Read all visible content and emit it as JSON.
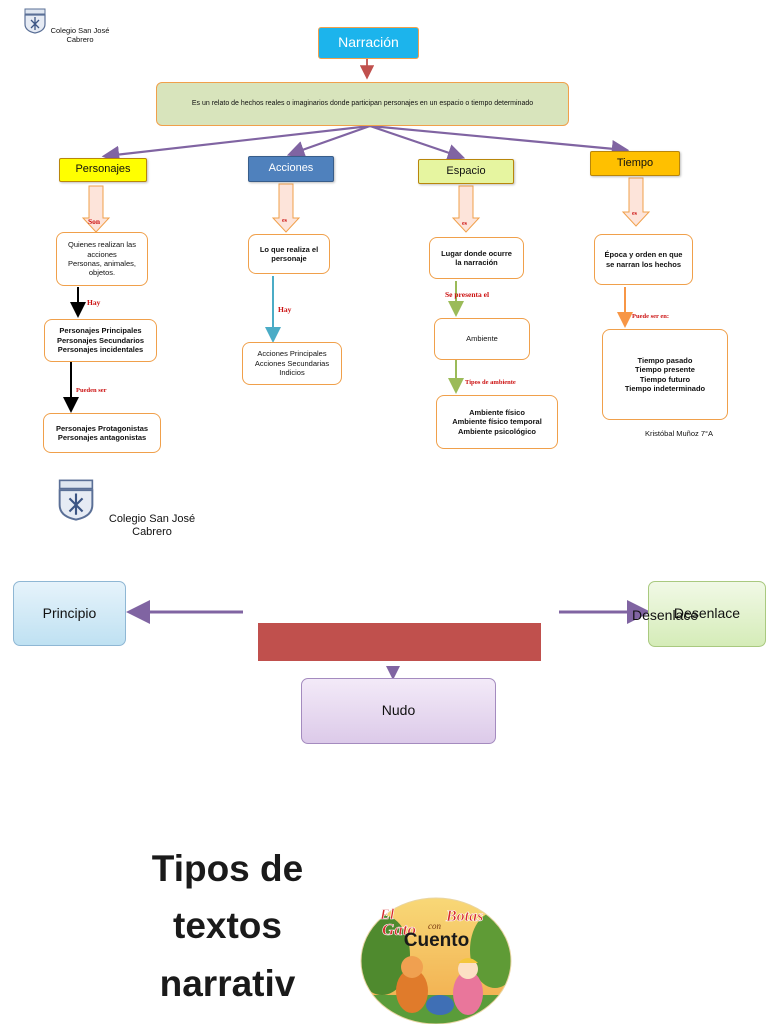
{
  "top_school": {
    "line1": "Colegio San José",
    "line2": "Cabrero"
  },
  "map": {
    "root": "Narración",
    "definition": "Es un relato de hechos reales o imaginarios donde participan personajes en un espacio o tiempo determinado",
    "branches": [
      {
        "title": "Personajes",
        "connector": "Son",
        "desc": "Quienes realizan las\nacciones\nPersonas, animales,\nobjetos.",
        "link1": "Hay",
        "types": "Personajes Principales\nPersonajes Secundarios\nPersonajes incidentales",
        "link2": "Pueden ser",
        "subtypes": "Personajes Protagonistas\nPersonajes antagonistas"
      },
      {
        "title": "Acciones",
        "connector": "es",
        "desc": "Lo que realiza el\npersonaje",
        "link1": "Hay",
        "types": "Acciones  Principales\nAcciones  Secundarias\nIndicios"
      },
      {
        "title": "Espacio",
        "connector": "es",
        "desc": "Lugar donde ocurre\nla narración",
        "link1": "Se presenta el",
        "types": "Ambiente",
        "link2": "Tipos de ambiente",
        "subtypes": "Ambiente  físico\nAmbiente físico temporal\nAmbiente psicológico"
      },
      {
        "title": "Tiempo",
        "connector": "es",
        "desc": "Época y orden en que\nse narran los hechos",
        "link1": "Puede ser en:",
        "types": "Tiempo pasado\nTiempo presente\nTiempo futuro\nTiempo indeterminado"
      }
    ],
    "author": "Kristóbal Muñoz 7°A"
  },
  "second_school": {
    "line1": "Colegio San José",
    "line2": "Cabrero"
  },
  "structure": {
    "principio": "Principio",
    "nudo": "Nudo",
    "desenlace_front": "Desenlace",
    "desenlace_back": "Desenlace"
  },
  "bottom": {
    "heading_lines": [
      "Tipos de",
      "textos",
      "narrativ"
    ],
    "book_title_1": "El",
    "book_title_2": "Gato",
    "book_title_3": "con",
    "book_title_4": "Botas",
    "book_label": "Cuento"
  },
  "colors": {
    "root": "#1cb4ec",
    "definition": "#d8e4bc",
    "personajes": "#ffff00",
    "acciones": "#4f81bd",
    "espacio": "#e6f5a0",
    "tiempo": "#ffc000",
    "arrow_purple": "#8064a2",
    "red_label": "#cc1111",
    "bar_red": "#c0504d"
  }
}
